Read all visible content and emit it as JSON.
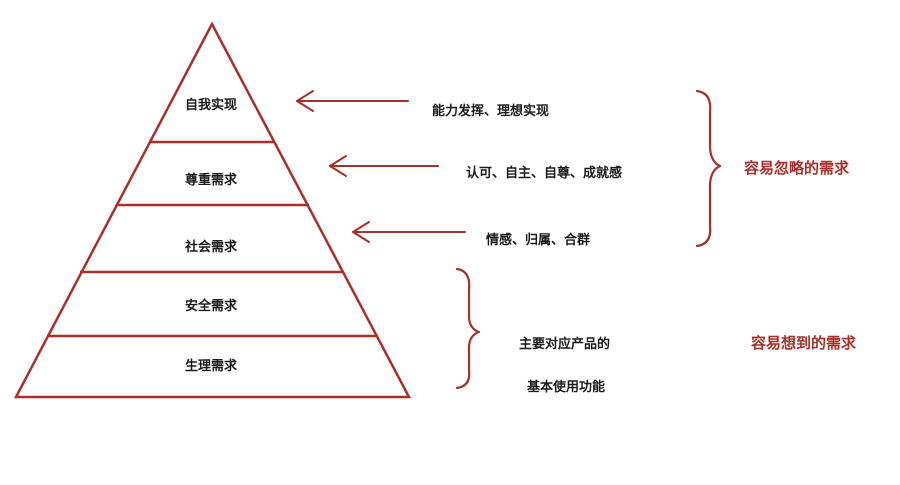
{
  "colors": {
    "accent": "#a8302a",
    "text": "#1a1a1a",
    "background": "#ffffff"
  },
  "pyramid": {
    "levels": [
      {
        "label": "自我实现"
      },
      {
        "label": "尊重需求"
      },
      {
        "label": "社会需求"
      },
      {
        "label": "安全需求"
      },
      {
        "label": "生理需求"
      }
    ]
  },
  "annotations": [
    {
      "text": "能力发挥、理想实现"
    },
    {
      "text": "认可、自主、自尊、成就感"
    },
    {
      "text": "情感、归属、合群"
    }
  ],
  "groups": {
    "ignored_needs": {
      "label": "容易忽略的需求"
    },
    "obvious_needs": {
      "label": "容易想到的需求"
    }
  },
  "basic_functions": {
    "line1": "主要对应产品的",
    "line2": "基本使用功能"
  }
}
